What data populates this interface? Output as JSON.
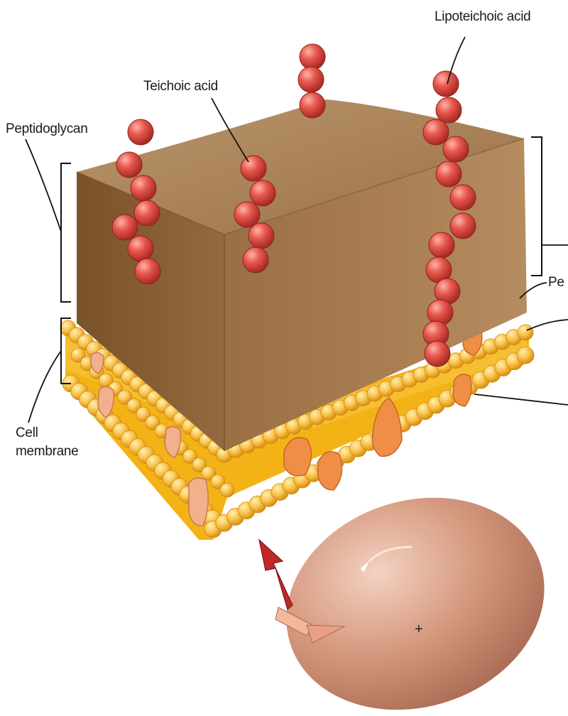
{
  "labels": {
    "lipoteichoic_acid": "Lipoteichoic acid",
    "teichoic_acid": "Teichoic acid",
    "peptidoglycan": "Peptidoglycan",
    "cell_membrane_line1": "Cell",
    "cell_membrane_line2": "membrane",
    "cut_off_label": "Pe"
  },
  "colors": {
    "peptidoglycan_top": "#b08a5c",
    "peptidoglycan_front": "#8a6136",
    "peptidoglycan_side": "#9e7448",
    "membrane": "#f3b316",
    "lipid_head": "#f9c24b",
    "protein": "#ef8f45",
    "teichoic_bead": "#e0554b",
    "cell": "#d69a80",
    "arrow": "#c0282a"
  }
}
